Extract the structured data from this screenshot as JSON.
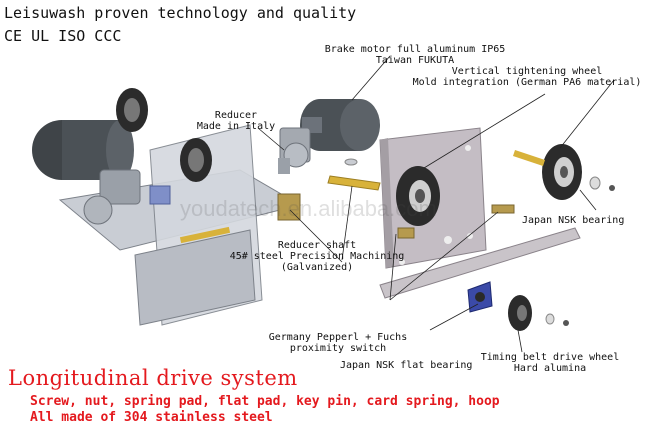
{
  "header": {
    "line1": "Leisuwash proven technology and quality",
    "line2": "CE UL ISO CCC"
  },
  "callouts": {
    "brake_motor": {
      "line1": "Brake motor full aluminum IP65",
      "line2": "Taiwan FUKUTA"
    },
    "tightening_wheel": {
      "line1": "Vertical tightening wheel",
      "line2": "Mold integration (German PA6 material)"
    },
    "reducer": {
      "line1": "Reducer",
      "line2": "Made in Italy"
    },
    "nsk_bearing": {
      "line1": "Japan NSK bearing"
    },
    "reducer_shaft": {
      "line1": "Reducer shaft",
      "line2": "45# steel Precision Machining",
      "line3": "(Galvanized)"
    },
    "proximity": {
      "line1": "Germany Pepperl + Fuchs",
      "line2": "proximity switch"
    },
    "flat_bearing": {
      "line1": "Japan NSK flat bearing"
    },
    "timing_wheel": {
      "line1": "Timing belt drive wheel",
      "line2": "Hard alumina"
    }
  },
  "system_title": "Longitudinal drive system",
  "footer": {
    "line1": "Screw, nut, spring pad, flat pad, key pin, card spring, hoop",
    "line2": "All made of 304 stainless steel"
  },
  "watermark": "youdatech.en.alibaba.com",
  "colors": {
    "title_red": "#e4191e",
    "text": "#111111",
    "motor": "#3f4448",
    "frame": "#c9ccd2",
    "wheel": "#2b2b2b",
    "shaft": "#d8b23a",
    "reducer_blue": "#7f8fc8"
  }
}
